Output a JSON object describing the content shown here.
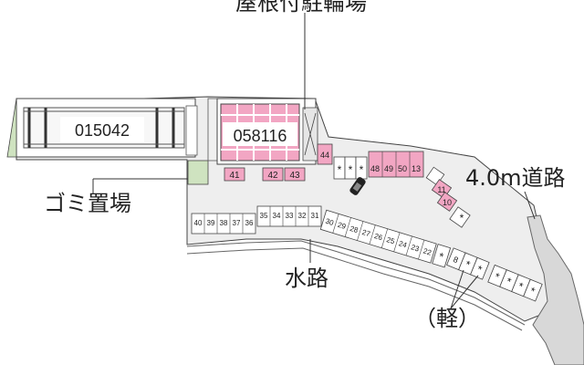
{
  "labels": {
    "roofed_bike_parking": "屋根付駐輪場",
    "garbage_area": "ゴミ置場",
    "road": "4.0m道路",
    "waterway": "水路",
    "kei_car": "（軽）"
  },
  "buildings": {
    "left_building_id": "015042",
    "right_building_id": "058116"
  },
  "spots": {
    "pink_near_building": [
      "41",
      "42",
      "43"
    ],
    "pink_side": "44",
    "pink_mid": [
      "48",
      "49",
      "50",
      "13"
    ],
    "right_group": [
      "11",
      "10"
    ],
    "left_row": [
      "40",
      "39",
      "38",
      "37",
      "36"
    ],
    "mid_row": [
      "35",
      "34",
      "33",
      "32",
      "31"
    ],
    "lower_row": [
      "30",
      "29",
      "28",
      "27",
      "26",
      "25",
      "24",
      "23",
      "22"
    ],
    "small_8": "8",
    "star": "*"
  },
  "colors": {
    "pink": "#f2a6c3",
    "grey_fill": "#eeeeee",
    "line": "#444444",
    "green": "#cfe3c0"
  }
}
